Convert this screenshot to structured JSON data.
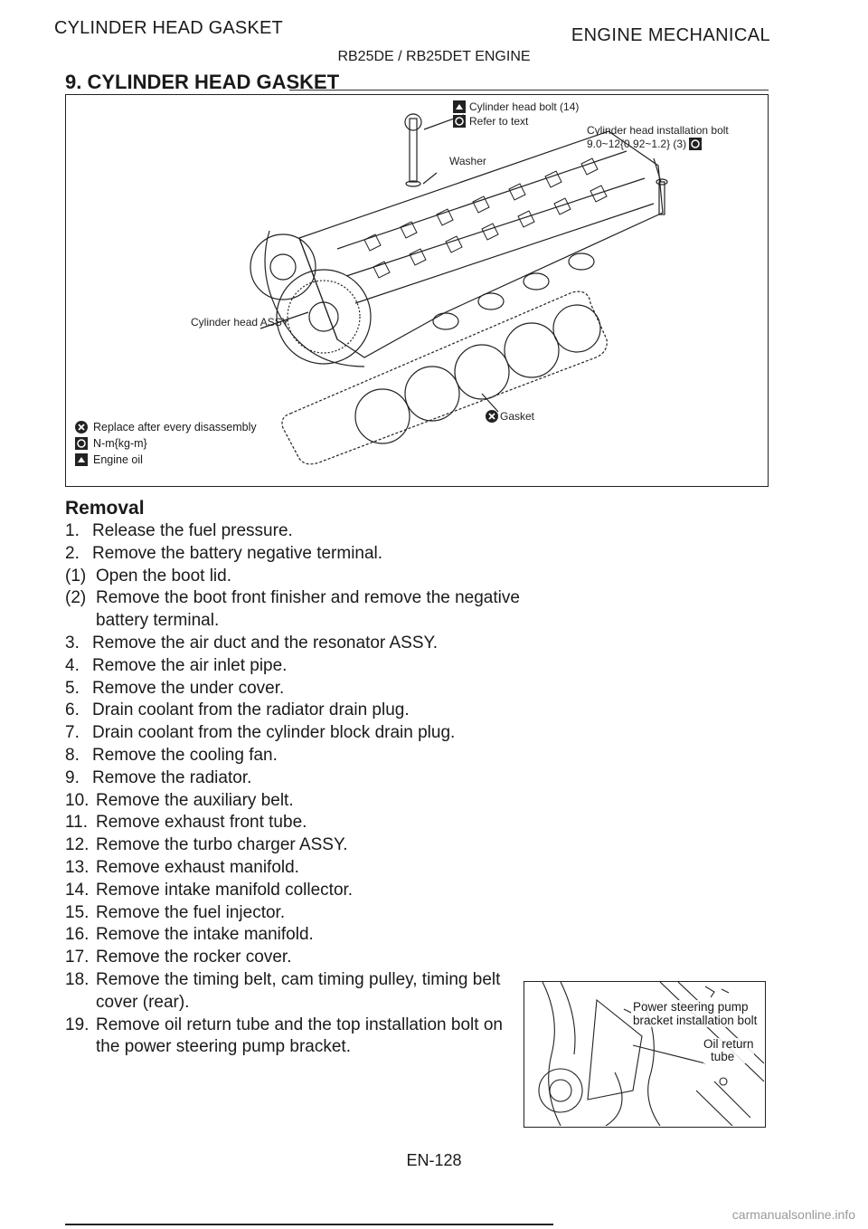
{
  "header": {
    "left": "CYLINDER HEAD GASKET",
    "right": "ENGINE MECHANICAL",
    "center": "RB25DE / RB25DET ENGINE"
  },
  "section": {
    "title": "9.  CYLINDER HEAD GASKET"
  },
  "figure": {
    "labels": {
      "bolt": "Cylinder head bolt (14)",
      "refer": "Refer to text",
      "install_bolt_1": "Cylinder head installation bolt",
      "install_bolt_2": "9.0~12{0.92~1.2} (3)",
      "washer": "Washer",
      "head_assy": "Cylinder head ASSY",
      "gasket": "Gasket"
    },
    "legend": [
      {
        "icon": "replace-icon",
        "text": "Replace after every disassembly"
      },
      {
        "icon": "torque-icon",
        "text": "N-m{kg-m}"
      },
      {
        "icon": "oil-can-icon",
        "text": "Engine oil"
      }
    ]
  },
  "removal": {
    "title": "Removal",
    "steps": [
      {
        "num": "1.",
        "text": "Release the fuel pressure."
      },
      {
        "num": "2.",
        "text": "Remove the battery negative terminal."
      },
      {
        "num": "(1)",
        "text": "Open the boot lid."
      },
      {
        "num": "(2)",
        "text": "Remove the boot front finisher and remove the negative battery terminal."
      },
      {
        "num": "3.",
        "text": "Remove the air duct and the resonator ASSY."
      },
      {
        "num": "4.",
        "text": "Remove the air inlet pipe."
      },
      {
        "num": "5.",
        "text": "Remove the under cover."
      },
      {
        "num": "6.",
        "text": "Drain coolant from the radiator drain plug."
      },
      {
        "num": "7.",
        "text": "Drain coolant from the cylinder block drain plug."
      },
      {
        "num": "8.",
        "text": "Remove the cooling fan."
      },
      {
        "num": "9.",
        "text": "Remove the radiator."
      },
      {
        "num": "10.",
        "text": "Remove the auxiliary belt."
      },
      {
        "num": "11.",
        "text": "Remove exhaust front tube."
      },
      {
        "num": "12.",
        "text": "Remove the turbo charger ASSY."
      },
      {
        "num": "13.",
        "text": "Remove exhaust manifold."
      },
      {
        "num": "14.",
        "text": "Remove intake manifold collector."
      },
      {
        "num": "15.",
        "text": "Remove the fuel injector."
      },
      {
        "num": "16.",
        "text": "Remove the intake manifold."
      },
      {
        "num": "17.",
        "text": "Remove the rocker cover."
      },
      {
        "num": "18.",
        "text": "Remove the timing belt, cam timing pulley, timing belt cover (rear)."
      },
      {
        "num": "19.",
        "text": "Remove oil return tube and the top installation bolt on the power steering pump bracket."
      }
    ]
  },
  "photo": {
    "label_pump_1": "Power steering pump",
    "label_pump_2": "bracket installation bolt",
    "label_oil_1": "Oil return",
    "label_oil_2": "tube"
  },
  "footer": {
    "page_number": "EN-128",
    "watermark": "carmanualsonline.info"
  }
}
